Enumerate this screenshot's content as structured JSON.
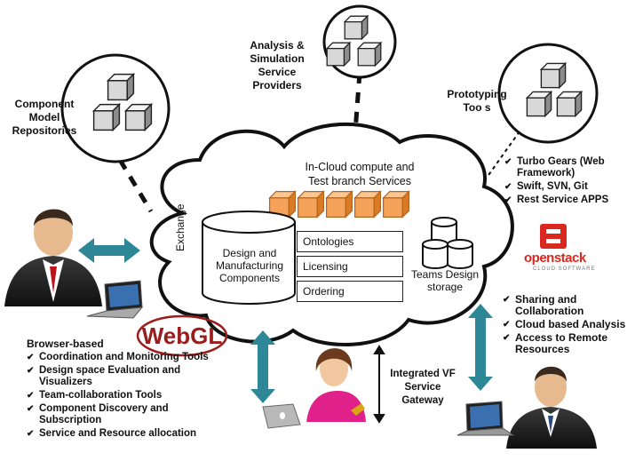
{
  "nodes": {
    "analysis": "Analysis & Simulation Service Providers",
    "component_repos": "Component Model Repositories",
    "prototyping": "Prototyping Too s"
  },
  "cloud": {
    "title": "In-Cloud compute and Test branch Services",
    "exchange": "Exchange",
    "design_db": "Design and Manufacturing Components",
    "boxes": [
      "Ontologies",
      "Licensing",
      "Ordering"
    ],
    "teams_storage": "Teams Design storage"
  },
  "prototyping_items": [
    "Turbo Gears (Web Framework)",
    "Swift, SVN, Git",
    "Rest Service APPS"
  ],
  "openstack": {
    "logo_text": "openstack",
    "tagline": "CLOUD SOFTWARE"
  },
  "sharing_items": [
    "Sharing and Collaboration",
    "Cloud based Analysis",
    "Access to Remote Resources"
  ],
  "webgl": {
    "logo_text": "WebGL"
  },
  "browser": {
    "title": "Browser-based",
    "items": [
      "Coordination and Monitoring Tools",
      "Design space Evaluation and Visualizers",
      "Team-collaboration Tools",
      "Component Discovery and Subscription",
      "Service and Resource allocation"
    ]
  },
  "gateway": "Integrated VF Service Gateway",
  "colors": {
    "arrow": "#2e8796",
    "cube": "#cfcfcf",
    "orange_cube": "#f5a25a",
    "openstack_red": "#d9281f",
    "webgl_red": "#9b1c1c"
  }
}
